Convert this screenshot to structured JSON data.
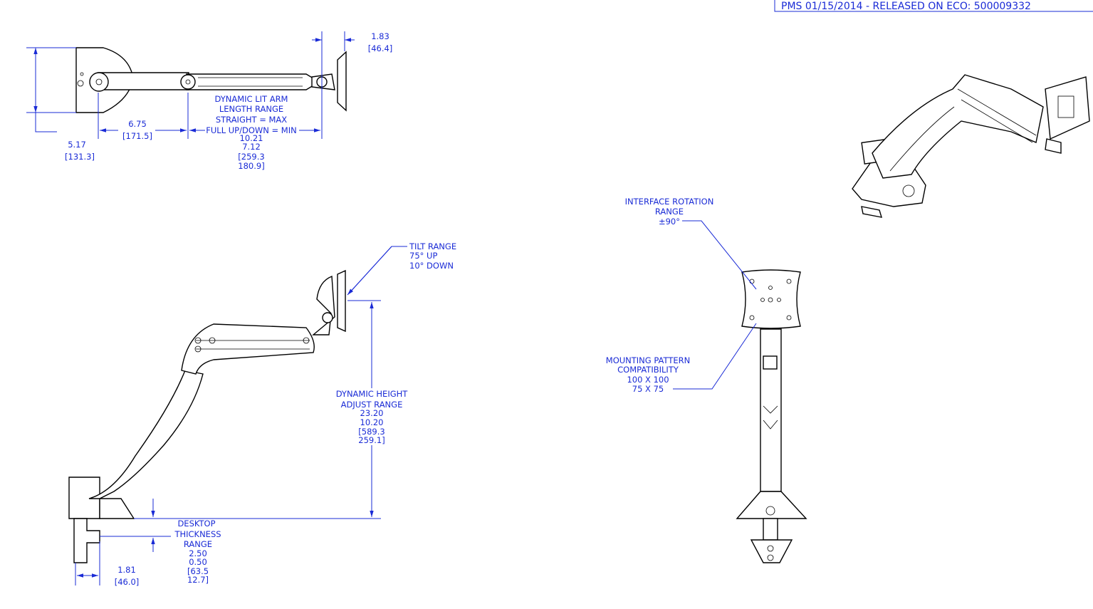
{
  "header": {
    "revision": "PMS 01/15/2014 - RELEASED ON ECO: 500009332"
  },
  "top_view": {
    "arm_length_dims": [
      "1.83",
      "[46.4]"
    ],
    "base_depth_dims": [
      "5.17",
      "[131.3]"
    ],
    "offset_dims": [
      "6.75",
      "[171.5]"
    ],
    "arm_label": [
      "DYNAMIC LIT ARM",
      "LENGTH RANGE",
      "STRAIGHT = MAX",
      "FULL UP/DOWN = MIN"
    ],
    "arm_range_dims": [
      "10.21",
      "7.12",
      "[259.3",
      "180.9]"
    ]
  },
  "side_view": {
    "tilt_label": [
      "TILT RANGE",
      "75° UP",
      "10° DOWN"
    ],
    "height_label": [
      "DYNAMIC HEIGHT",
      "ADJUST RANGE",
      "23.20",
      "10.20",
      "[589.3",
      "259.1]"
    ],
    "desk_label": [
      "DESKTOP",
      "THICKNESS",
      "RANGE",
      "2.50",
      "0.50",
      "[63.5",
      "12.7]"
    ],
    "clamp_dims": [
      "1.81",
      "[46.0]"
    ]
  },
  "front_view": {
    "rotation_label": [
      "INTERFACE ROTATION",
      "RANGE",
      "±90°"
    ],
    "mounting_label": [
      "MOUNTING PATTERN",
      "COMPATIBILITY",
      "100 X 100",
      "75 X 75"
    ]
  }
}
